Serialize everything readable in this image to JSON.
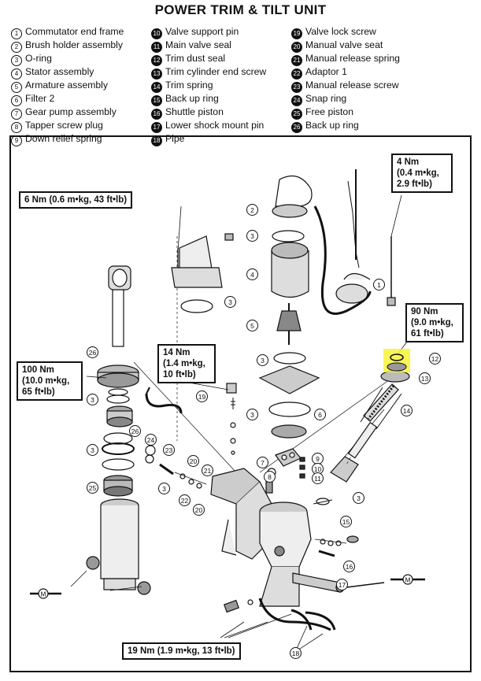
{
  "title": "POWER TRIM & TILT UNIT",
  "legend": {
    "col1": [
      {
        "num": "1",
        "label": "Commutator end frame"
      },
      {
        "num": "2",
        "label": "Brush holder assembly"
      },
      {
        "num": "3",
        "label": "O-ring"
      },
      {
        "num": "4",
        "label": "Stator assembly"
      },
      {
        "num": "5",
        "label": "Armature assembly"
      },
      {
        "num": "6",
        "label": "Filter 2"
      },
      {
        "num": "7",
        "label": "Gear pump assembly"
      },
      {
        "num": "8",
        "label": "Tapper screw plug"
      },
      {
        "num": "9",
        "label": "Down relief spring"
      }
    ],
    "col2": [
      {
        "num": "10",
        "label": "Valve support pin"
      },
      {
        "num": "11",
        "label": "Main valve seal"
      },
      {
        "num": "12",
        "label": "Trim dust seal"
      },
      {
        "num": "13",
        "label": "Trim cylinder end screw"
      },
      {
        "num": "14",
        "label": "Trim spring"
      },
      {
        "num": "15",
        "label": "Back up ring"
      },
      {
        "num": "16",
        "label": "Shuttle piston"
      },
      {
        "num": "17",
        "label": "Lower shock mount pin"
      },
      {
        "num": "18",
        "label": "Pipe"
      }
    ],
    "col3": [
      {
        "num": "19",
        "label": "Valve lock screw"
      },
      {
        "num": "20",
        "label": "Manual valve seat"
      },
      {
        "num": "21",
        "label": "Manual release spring"
      },
      {
        "num": "22",
        "label": "Adaptor 1"
      },
      {
        "num": "23",
        "label": "Manual release screw"
      },
      {
        "num": "24",
        "label": "Snap ring"
      },
      {
        "num": "25",
        "label": "Free piston"
      },
      {
        "num": "26",
        "label": "Back up ring"
      }
    ]
  },
  "torque": {
    "t6": [
      "6 Nm (0.6 m•kg, 43 ft•lb)"
    ],
    "t4": [
      "4 Nm",
      "(0.4 m•kg,",
      "2.9 ft•lb)"
    ],
    "t90": [
      "90 Nm",
      "(9.0 m•kg,",
      "61 ft•lb)"
    ],
    "t14": [
      "14 Nm",
      "(1.4 m•kg,",
      "10 ft•lb)"
    ],
    "t100": [
      "100 Nm",
      "(10.0 m•kg,",
      "65 ft•lb)"
    ],
    "t19": [
      "19 Nm (1.9 m•kg, 13 ft•lb)"
    ]
  },
  "callouts": {
    "c1": "1",
    "c2": "2",
    "c3": "3",
    "c4": "4",
    "c5": "5",
    "c6": "6",
    "c7": "7",
    "c8": "8",
    "c9": "9",
    "c10": "10",
    "c11": "11",
    "c12": "12",
    "c13": "13",
    "c14": "14",
    "c15": "15",
    "c16": "16",
    "c17": "17",
    "c18": "18",
    "c19": "19",
    "c20": "20",
    "c21": "21",
    "c22": "22",
    "c23": "23",
    "c24": "24",
    "c25": "25",
    "c26": "26"
  },
  "symbol_label": "M",
  "highlight_color": "#f7f33a"
}
